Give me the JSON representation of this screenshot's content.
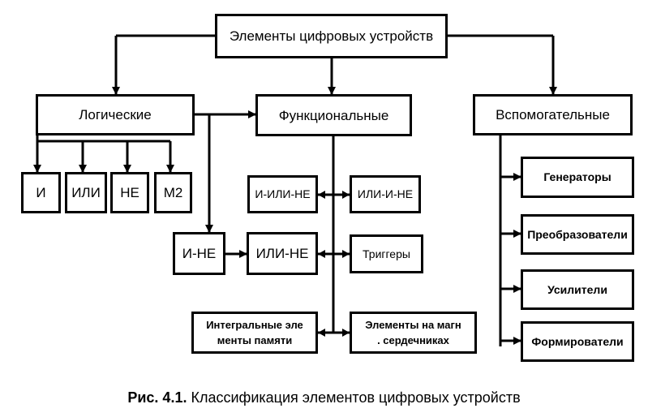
{
  "diagram": {
    "root": "Элементы цифровых устройств",
    "categories": {
      "logical": "Логические",
      "functional": "Функциональные",
      "auxiliary": "Вспомогательные"
    },
    "logical_items": [
      "И",
      "ИЛИ",
      "НЕ",
      "М2"
    ],
    "functional_items": {
      "and_or_not": "И-ИЛИ-НЕ",
      "or_and_not": "ИЛИ-И-НЕ",
      "and_not": "И-НЕ",
      "or_not": "ИЛИ-НЕ",
      "triggers": "Триггеры",
      "memory_line1": "Интегральные эле",
      "memory_line2": "менты памяти",
      "magnetic_line1": "Элементы на магн",
      "magnetic_line2": ". сердечниках"
    },
    "auxiliary_items": [
      "Генераторы",
      "Преобразователи",
      "Усилители",
      "Формирователи"
    ]
  },
  "caption": {
    "label": "Рис. 4.1.",
    "text": "Классификация элементов цифровых устройств"
  }
}
